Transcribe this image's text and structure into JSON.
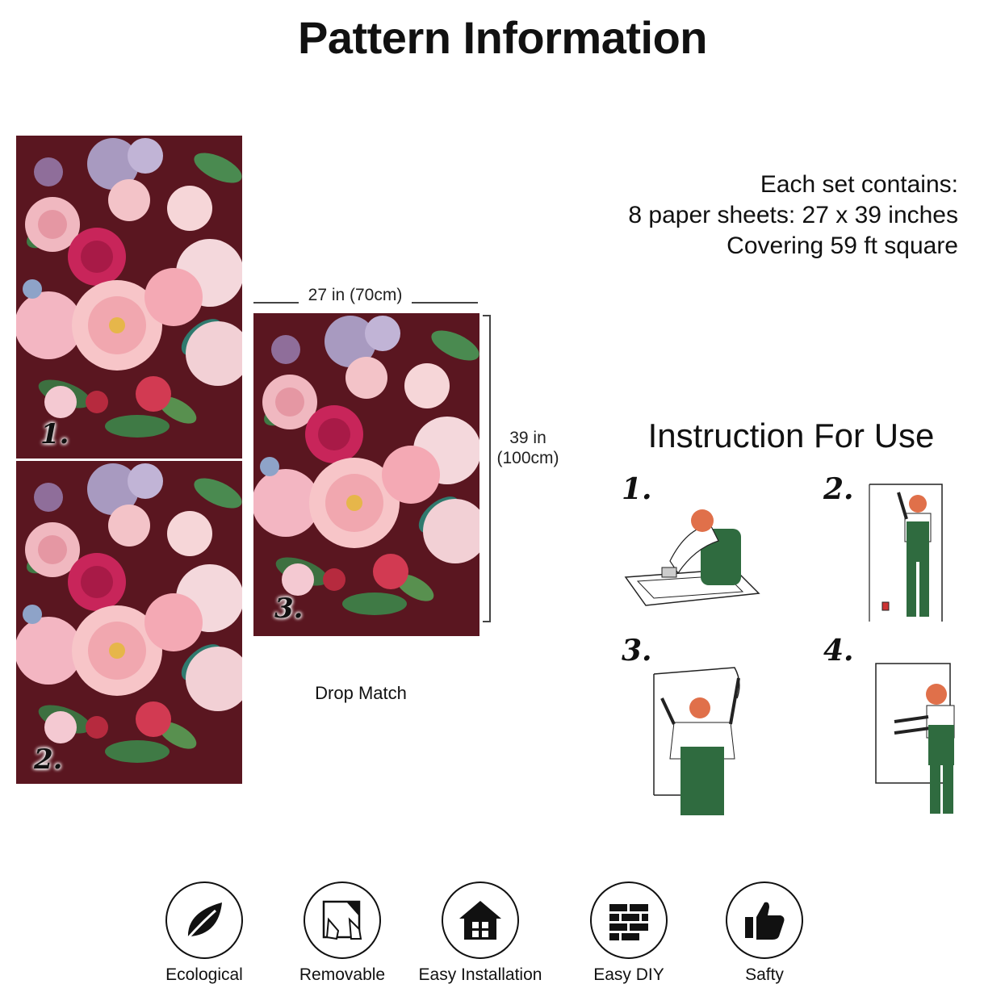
{
  "title": "Pattern Information",
  "panels": {
    "panel1_number": "1.",
    "panel2_number": "2.",
    "panel3_number": "3."
  },
  "dimensions": {
    "width_label": "27 in (70cm)",
    "height_label_line1": "39 in",
    "height_label_line2": "(100cm)"
  },
  "drop_match": "Drop Match",
  "set_info": {
    "line1": "Each set contains:",
    "line2": "8 paper sheets: 27 x 39 inches",
    "line3": "Covering 59 ft square"
  },
  "instructions": {
    "title": "Instruction For Use",
    "steps": [
      "1.",
      "2.",
      "3.",
      "4."
    ]
  },
  "features": [
    {
      "label": "Ecological",
      "icon": "leaf-icon"
    },
    {
      "label": "Removable",
      "icon": "peel-icon"
    },
    {
      "label": "Easy Installation",
      "icon": "house-icon"
    },
    {
      "label": "Easy DIY",
      "icon": "brick-wall-icon"
    },
    {
      "label": "Safty",
      "icon": "thumbs-up-icon"
    }
  ],
  "colors": {
    "wallpaper_background": "#5a1620",
    "overall_green": "#2f6b3f",
    "hair_orange": "#e0704a"
  }
}
